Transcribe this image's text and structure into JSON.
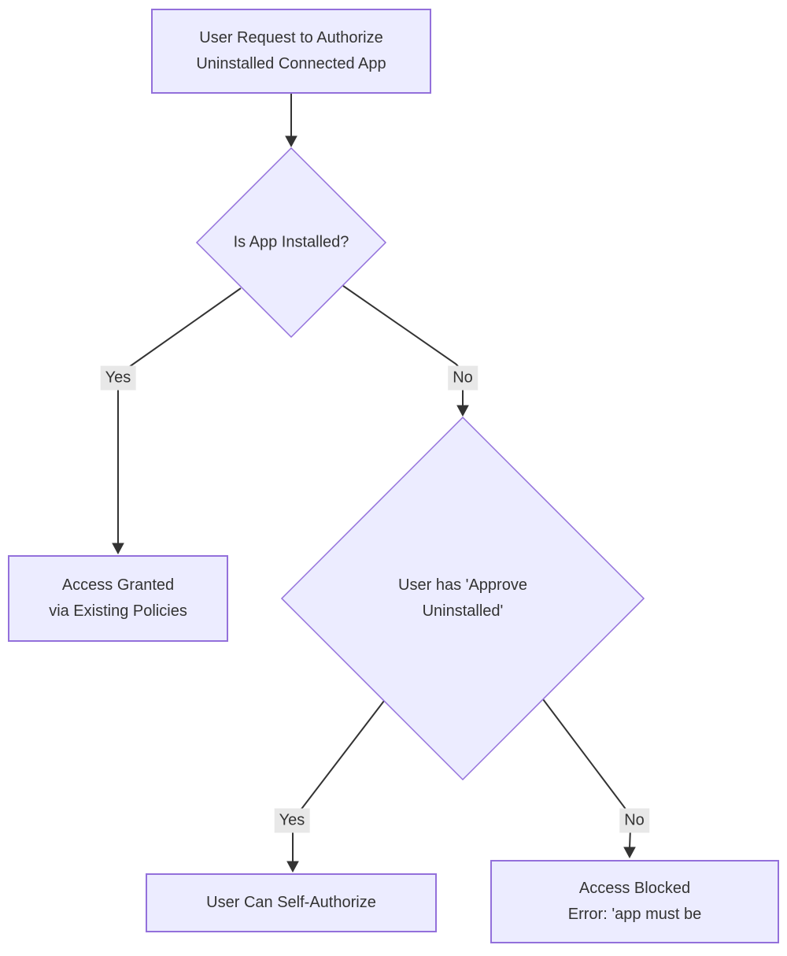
{
  "diagram": {
    "type": "flowchart",
    "direction": "top-down",
    "nodes": {
      "request": {
        "label": "User Request to Authorize\nUninstalled Connected App",
        "shape": "rect"
      },
      "is_installed": {
        "label": "Is App Installed?",
        "shape": "diamond"
      },
      "granted": {
        "label": "Access Granted\nvia Existing Policies",
        "shape": "rect"
      },
      "has_approve": {
        "label": "User has 'Approve\nUninstalled'",
        "shape": "diamond"
      },
      "self_authorize": {
        "label": "User Can Self-Authorize",
        "shape": "rect"
      },
      "blocked": {
        "label": "Access Blocked\nError: 'app must be",
        "shape": "rect"
      }
    },
    "edges": [
      {
        "from": "request",
        "to": "is_installed",
        "label": ""
      },
      {
        "from": "is_installed",
        "to": "granted",
        "label": "Yes"
      },
      {
        "from": "is_installed",
        "to": "has_approve",
        "label": "No"
      },
      {
        "from": "has_approve",
        "to": "self_authorize",
        "label": "Yes"
      },
      {
        "from": "has_approve",
        "to": "blocked",
        "label": "No"
      }
    ],
    "colors": {
      "node_fill": "#ECECFF",
      "node_stroke": "#9370DB",
      "edge_line": "#333333",
      "label_bg": "#e8e8e8",
      "text": "#333333",
      "background": "#ffffff"
    }
  }
}
